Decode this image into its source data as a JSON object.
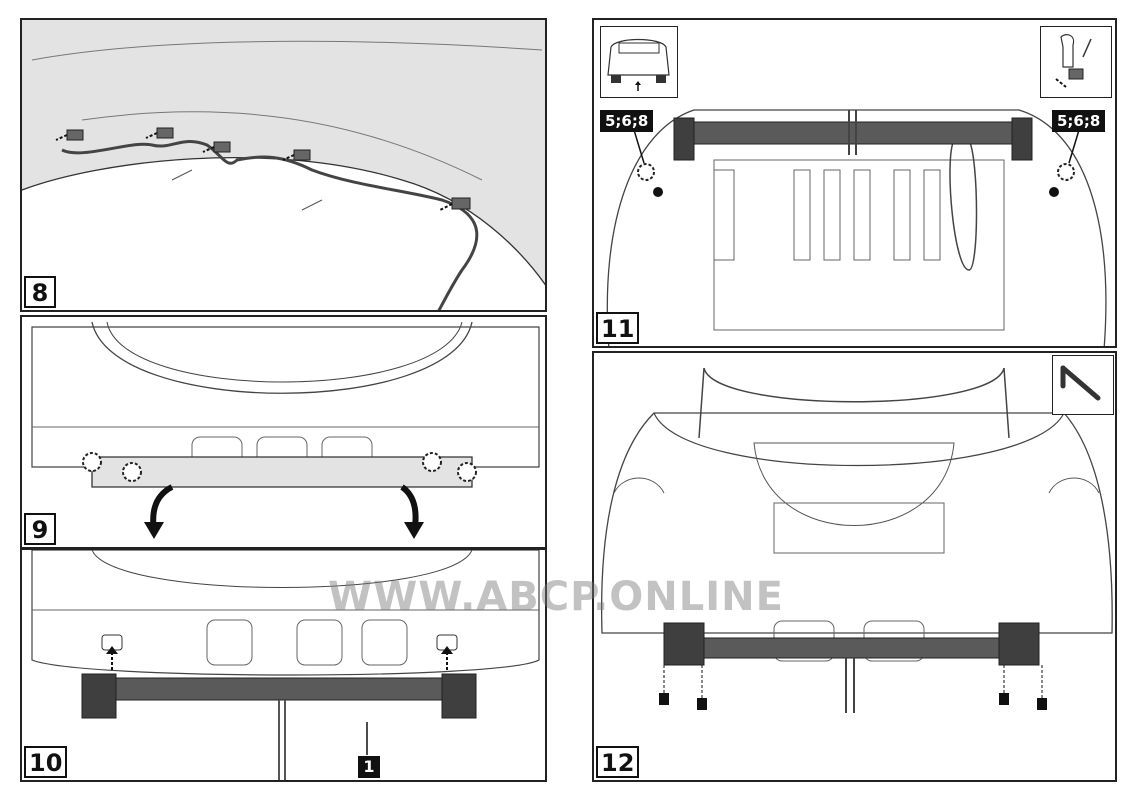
{
  "steps": {
    "s8": "8",
    "s9": "9",
    "s10": "10",
    "s11": "11",
    "s12": "12"
  },
  "callouts": {
    "left": "5;6;8",
    "right": "5;6;8"
  },
  "part_label": "1",
  "watermark": "WWW.ABCP.ONLINE",
  "colors": {
    "line": "#333333",
    "fill_grey": "#e3e3e3",
    "bar": "#5a5a5a",
    "bar_dark": "#3f3f3f"
  },
  "icons": [
    "car-rear-view-icon",
    "hand-unplug-icon",
    "socket-wrench-icon"
  ]
}
